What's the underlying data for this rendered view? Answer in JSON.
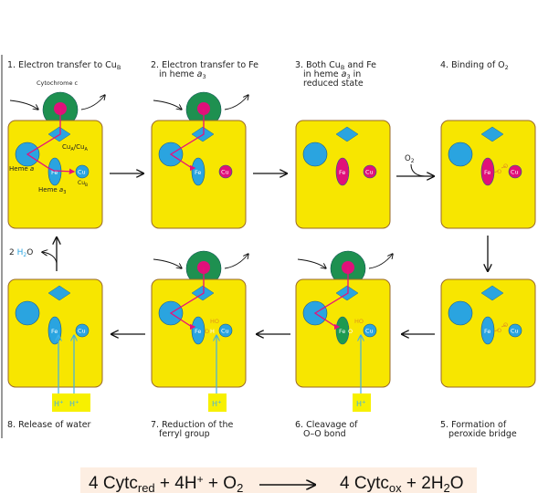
{
  "colors": {
    "panel": "#f7e600",
    "panel_stroke": "#9a6a2a",
    "oxidized": "#2aa4e0",
    "reduced": "#e0107a",
    "ferryl": "#1e9a50",
    "cytochrome": "#1e9050",
    "electron_path": "#e8107a",
    "proton": "#3fb0e8",
    "oxygen": "#e09020",
    "equation_bg": "#fdeee2"
  },
  "panels": [
    {
      "title": [
        [
          {
            "t": "1. Electron transfer to Cu"
          },
          {
            "t": "B",
            "sub": true
          }
        ]
      ],
      "fe": "oxidized",
      "cu": "oxidized",
      "cytochrome": true,
      "path": "cu"
    },
    {
      "title": [
        [
          {
            "t": "2. Electron transfer to Fe"
          }
        ],
        [
          {
            "t": "in heme "
          },
          {
            "t": "a",
            "it": true
          },
          {
            "t": "3",
            "sub": true
          }
        ]
      ],
      "fe": "oxidized",
      "cu": "reduced",
      "cytochrome": true,
      "path": "fe"
    },
    {
      "title": [
        [
          {
            "t": "3. Both Cu"
          },
          {
            "t": "B",
            "sub": true
          },
          {
            "t": " and Fe"
          }
        ],
        [
          {
            "t": "in heme "
          },
          {
            "t": "a",
            "it": true
          },
          {
            "t": "3",
            "sub": true
          },
          {
            "t": " in"
          }
        ],
        [
          {
            "t": "reduced state"
          }
        ]
      ],
      "fe": "reduced",
      "cu": "reduced",
      "cytochrome": false,
      "path": ""
    },
    {
      "title": [
        [
          {
            "t": "4. Binding of O"
          },
          {
            "t": "2",
            "sub": true
          }
        ]
      ],
      "fe": "reduced",
      "cu": "reduced",
      "cytochrome": false,
      "path": "",
      "ligand": "oo"
    },
    {
      "title": [
        [
          {
            "t": "5. Formation of"
          }
        ],
        [
          {
            "t": "peroxide bridge"
          }
        ]
      ],
      "fe": "oxidized",
      "cu": "oxidized",
      "cytochrome": false,
      "path": "",
      "ligand": "oo"
    },
    {
      "title": [
        [
          {
            "t": "6. Cleavage of"
          }
        ],
        [
          {
            "t": "O–O bond"
          }
        ]
      ],
      "fe": "ferryl",
      "cu": "oxidized",
      "cytochrome": true,
      "path": "fe",
      "ligand": "feo",
      "protons": [
        "H+"
      ]
    },
    {
      "title": [
        [
          {
            "t": "7. Reduction of the"
          }
        ],
        [
          {
            "t": "ferryl group"
          }
        ]
      ],
      "fe": "oxidized",
      "cu": "oxidized",
      "cytochrome": true,
      "path": "fe",
      "ligand": "feoh",
      "protons": [
        "H+"
      ]
    },
    {
      "title": [
        [
          {
            "t": "8. Release of water"
          }
        ]
      ],
      "fe": "oxidized",
      "cu": "oxidized",
      "cytochrome": false,
      "path": "",
      "protons": [
        "H+",
        "H+"
      ]
    }
  ],
  "labels": {
    "fe": "Fe",
    "cu": "Cu",
    "cytochrome": "Cytochrome c",
    "cua": "Cu",
    "cua_sub": "A",
    "cua_sep": "/Cu",
    "cua_sub2": "A",
    "heme_a": "Heme ",
    "heme_a_it": "a",
    "heme_a3": "Heme ",
    "heme_a3_it": "a",
    "heme_a3_sub": "3",
    "cub": "Cu",
    "cub_sub": "B",
    "o2": "O",
    "o2_sub": "2",
    "water_num": "2 ",
    "water_h": "H",
    "water_sub": "2",
    "water_o": "O",
    "o": "O",
    "ho": "HO",
    "oh_o": "O",
    "oh_h": "H",
    "h": "H",
    "plus": "+"
  },
  "equation": {
    "lhs_1": "4 Cytc",
    "lhs_1_sub": "red",
    "lhs_2": " + 4H",
    "lhs_2_sup": "+",
    "lhs_3": " + O",
    "lhs_3_sub": "2",
    "rhs_1": "4 Cytc",
    "rhs_1_sub": "ox",
    "rhs_2": " + 2H",
    "rhs_2_sub": "2",
    "rhs_3": "O"
  }
}
